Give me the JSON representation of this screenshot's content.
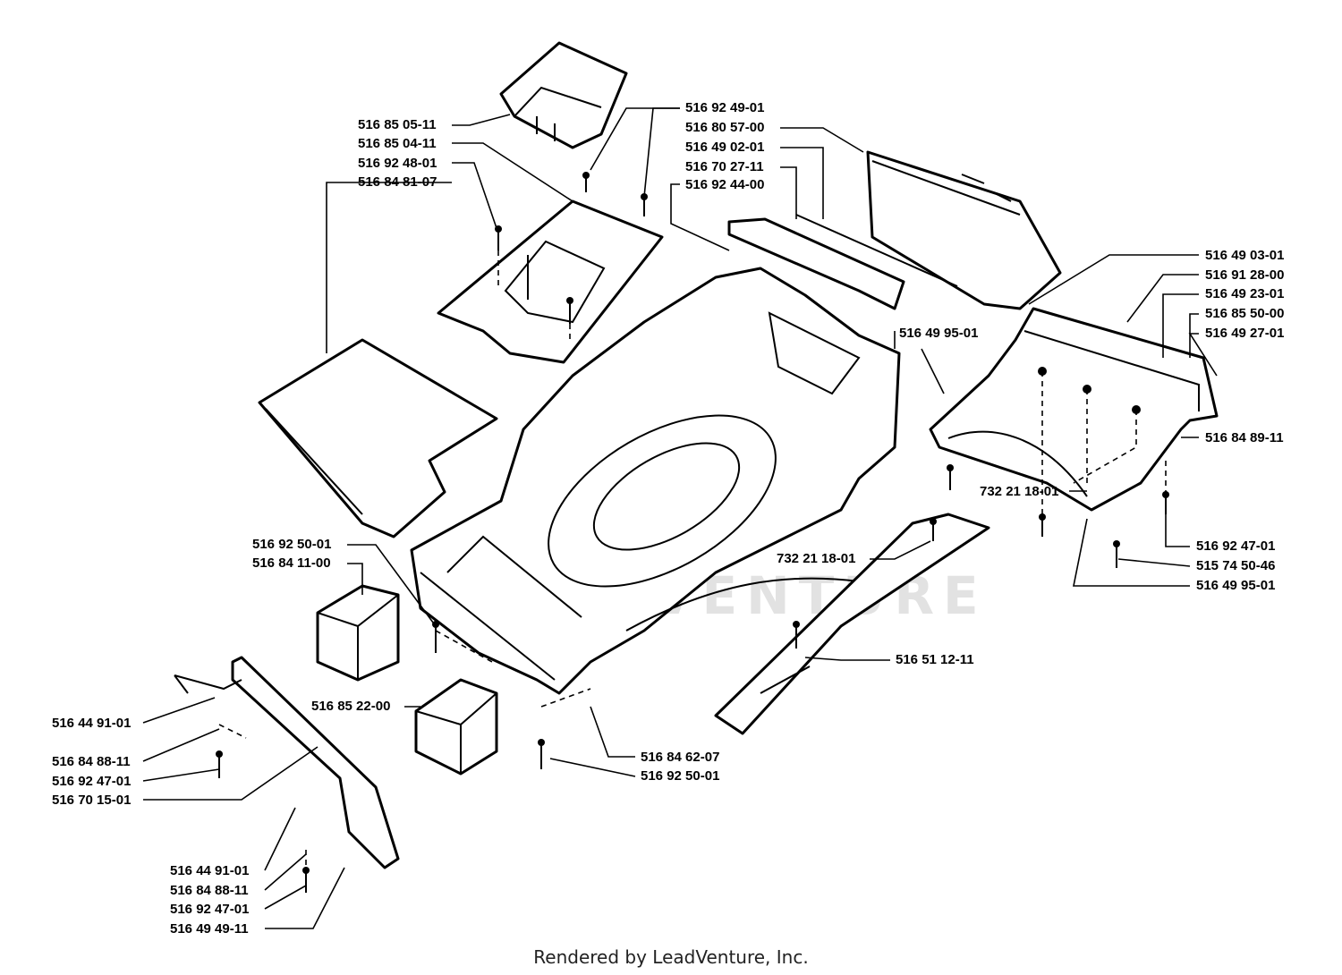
{
  "footer": "Rendered by LeadVenture, Inc.",
  "watermark": "LEADVENTURE",
  "labels": {
    "l01": "516 85 05-11",
    "l02": "516 85 04-11",
    "l03": "516 92 48-01",
    "l04": "516 84 81-07",
    "l05": "516 92 49-01",
    "l06": "516 80 57-00",
    "l07": "516 49 02-01",
    "l08": "516 70 27-11",
    "l09": "516 92 44-00",
    "l10": "516 49 03-01",
    "l11": "516 91 28-00",
    "l12": "516 49 23-01",
    "l13": "516 85 50-00",
    "l14": "516 49 27-01",
    "l15": "516 49 95-01",
    "l16": "516 84 89-11",
    "l17": "732 21 18-01",
    "l18": "732 21 18-01",
    "l19": "516 92 47-01",
    "l20": "515 74 50-46",
    "l21": "516 49 95-01",
    "l22": "516 92 50-01",
    "l23": "516 84 11-00",
    "l24": "516 51 12-11",
    "l25": "516 85 22-00",
    "l26": "516 84 62-07",
    "l27": "516 92 50-01",
    "l28": "516 44 91-01",
    "l29": "516 84 88-11",
    "l30": "516 92 47-01",
    "l31": "516 70 15-01",
    "l32": "516 44 91-01",
    "l33": "516 84 88-11",
    "l34": "516 92 47-01",
    "l35": "516 49 49-11"
  }
}
